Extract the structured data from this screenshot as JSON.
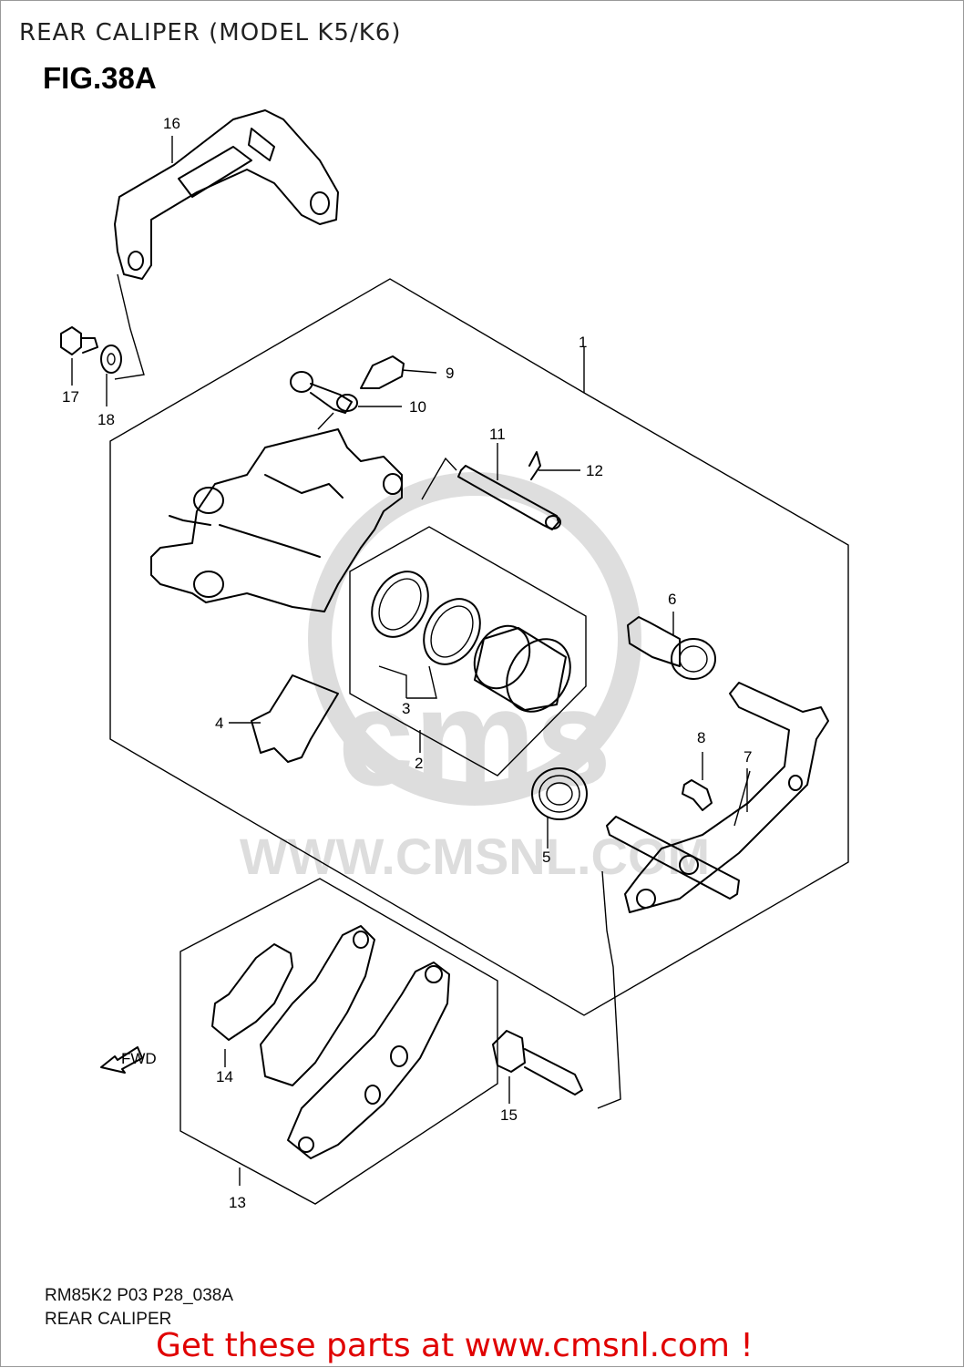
{
  "header": {
    "title": "REAR CALIPER (MODEL K5/K6)",
    "figure": "FIG.38A"
  },
  "footer": {
    "code": "RM85K2 P03 P28_038A",
    "caption": "REAR CALIPER",
    "cta": "Get these parts at www.cmsnl.com !"
  },
  "diagram": {
    "fwd_label": "FWD",
    "watermark_logo": "cms",
    "watermark_url": "WWW.CMSNL.COM",
    "callouts": [
      "1",
      "2",
      "3",
      "4",
      "5",
      "6",
      "7",
      "8",
      "9",
      "10",
      "11",
      "12",
      "13",
      "14",
      "15",
      "16",
      "17",
      "18"
    ]
  }
}
